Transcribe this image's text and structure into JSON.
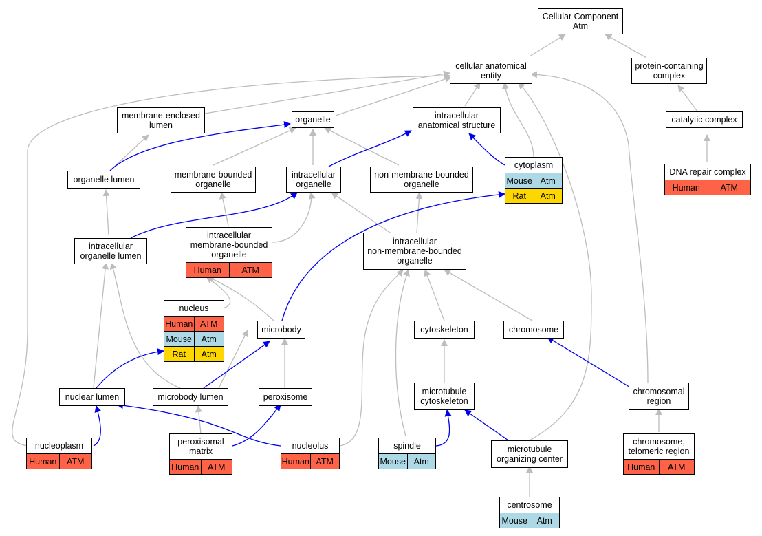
{
  "colors": {
    "edge_is_a": "#bdbdbd",
    "edge_part_of": "#0000ee",
    "Human": "#ff6347",
    "Mouse": "#add8e6",
    "Rat": "#ffd700"
  },
  "nodes": {
    "cellular_component": {
      "label": "Cellular Component\nAtm",
      "annotations": []
    },
    "cellular_anatomical_entity": {
      "label": "cellular anatomical\nentity",
      "annotations": []
    },
    "protein_containing_complex": {
      "label": "protein-containing\ncomplex",
      "annotations": []
    },
    "membrane_enclosed_lumen": {
      "label": "membrane-enclosed\nlumen",
      "annotations": []
    },
    "organelle": {
      "label": "organelle",
      "annotations": []
    },
    "intracellular_anatomical_structure": {
      "label": "intracellular\nanatomical structure",
      "annotations": []
    },
    "catalytic_complex": {
      "label": "catalytic complex",
      "annotations": []
    },
    "organelle_lumen": {
      "label": "organelle lumen",
      "annotations": []
    },
    "membrane_bounded_organelle": {
      "label": "membrane-bounded\norganelle",
      "annotations": []
    },
    "intracellular_organelle": {
      "label": "intracellular\norganelle",
      "annotations": []
    },
    "non_membrane_bounded_organelle": {
      "label": "non-membrane-bounded\norganelle",
      "annotations": []
    },
    "cytoplasm": {
      "label": "cytoplasm",
      "annotations": [
        {
          "species": "Mouse",
          "gene": "Atm"
        },
        {
          "species": "Rat",
          "gene": "Atm"
        }
      ]
    },
    "dna_repair_complex": {
      "label": "DNA repair complex",
      "annotations": [
        {
          "species": "Human",
          "gene": "ATM"
        }
      ]
    },
    "intracellular_organelle_lumen": {
      "label": "intracellular\norganelle lumen",
      "annotations": []
    },
    "intracellular_membrane_bounded_organelle": {
      "label": "intracellular\nmembrane-bounded\norganelle",
      "annotations": [
        {
          "species": "Human",
          "gene": "ATM"
        }
      ]
    },
    "intracellular_non_membrane_bounded_organelle": {
      "label": "intracellular\nnon-membrane-bounded\norganelle",
      "annotations": []
    },
    "nucleus": {
      "label": "nucleus",
      "annotations": [
        {
          "species": "Human",
          "gene": "ATM"
        },
        {
          "species": "Mouse",
          "gene": "Atm"
        },
        {
          "species": "Rat",
          "gene": "Atm"
        }
      ]
    },
    "microbody": {
      "label": "microbody",
      "annotations": []
    },
    "cytoskeleton": {
      "label": "cytoskeleton",
      "annotations": []
    },
    "chromosome": {
      "label": "chromosome",
      "annotations": []
    },
    "nuclear_lumen": {
      "label": "nuclear lumen",
      "annotations": []
    },
    "microbody_lumen": {
      "label": "microbody lumen",
      "annotations": []
    },
    "peroxisome": {
      "label": "peroxisome",
      "annotations": []
    },
    "microtubule_cytoskeleton": {
      "label": "microtubule\ncytoskeleton",
      "annotations": []
    },
    "chromosomal_region": {
      "label": "chromosomal\nregion",
      "annotations": []
    },
    "nucleoplasm": {
      "label": "nucleoplasm",
      "annotations": [
        {
          "species": "Human",
          "gene": "ATM"
        }
      ]
    },
    "peroxisomal_matrix": {
      "label": "peroxisomal\nmatrix",
      "annotations": [
        {
          "species": "Human",
          "gene": "ATM"
        }
      ]
    },
    "nucleolus": {
      "label": "nucleolus",
      "annotations": [
        {
          "species": "Human",
          "gene": "ATM"
        }
      ]
    },
    "spindle": {
      "label": "spindle",
      "annotations": [
        {
          "species": "Mouse",
          "gene": "Atm"
        }
      ]
    },
    "microtubule_organizing_center": {
      "label": "microtubule\norganizing center",
      "annotations": []
    },
    "chromosome_telomeric_region": {
      "label": "chromosome,\ntelomeric region",
      "annotations": [
        {
          "species": "Human",
          "gene": "ATM"
        }
      ]
    },
    "centrosome": {
      "label": "centrosome",
      "annotations": [
        {
          "species": "Mouse",
          "gene": "Atm"
        }
      ]
    }
  }
}
